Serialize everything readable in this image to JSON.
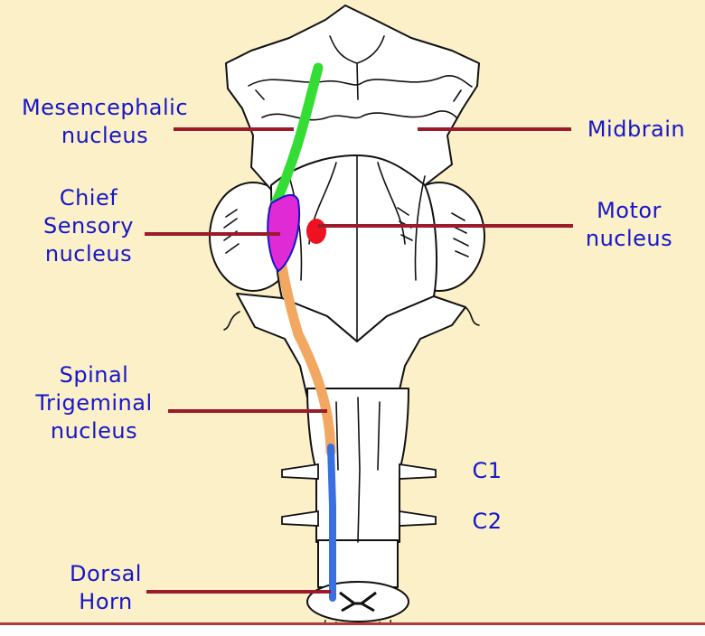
{
  "labels": {
    "mesencephalic_1": "Mesencephalic",
    "mesencephalic_2": "nucleus",
    "chief_1": "Chief",
    "chief_2": "Sensory",
    "chief_3": "nucleus",
    "spinal_1": "Spinal",
    "spinal_2": "Trigeminal",
    "spinal_3": "nucleus",
    "dorsal_1": "Dorsal",
    "dorsal_2": "Horn",
    "midbrain": "Midbrain",
    "motor_1": "Motor",
    "motor_2": "nucleus",
    "c1": "C1",
    "c2": "C2"
  },
  "colors": {
    "background": "#fbf0c8",
    "label_text": "#1616c8",
    "leader_line": "#9b1b2a",
    "mesencephalic_nucleus": "#33dd33",
    "chief_sensory_nucleus": "#e02ad6",
    "motor_nucleus": "#ee1122",
    "spinal_trigeminal_nucleus": "#f2a860",
    "dorsal_horn_column": "#3a6fe0",
    "frame_border": "#b33a3a"
  }
}
